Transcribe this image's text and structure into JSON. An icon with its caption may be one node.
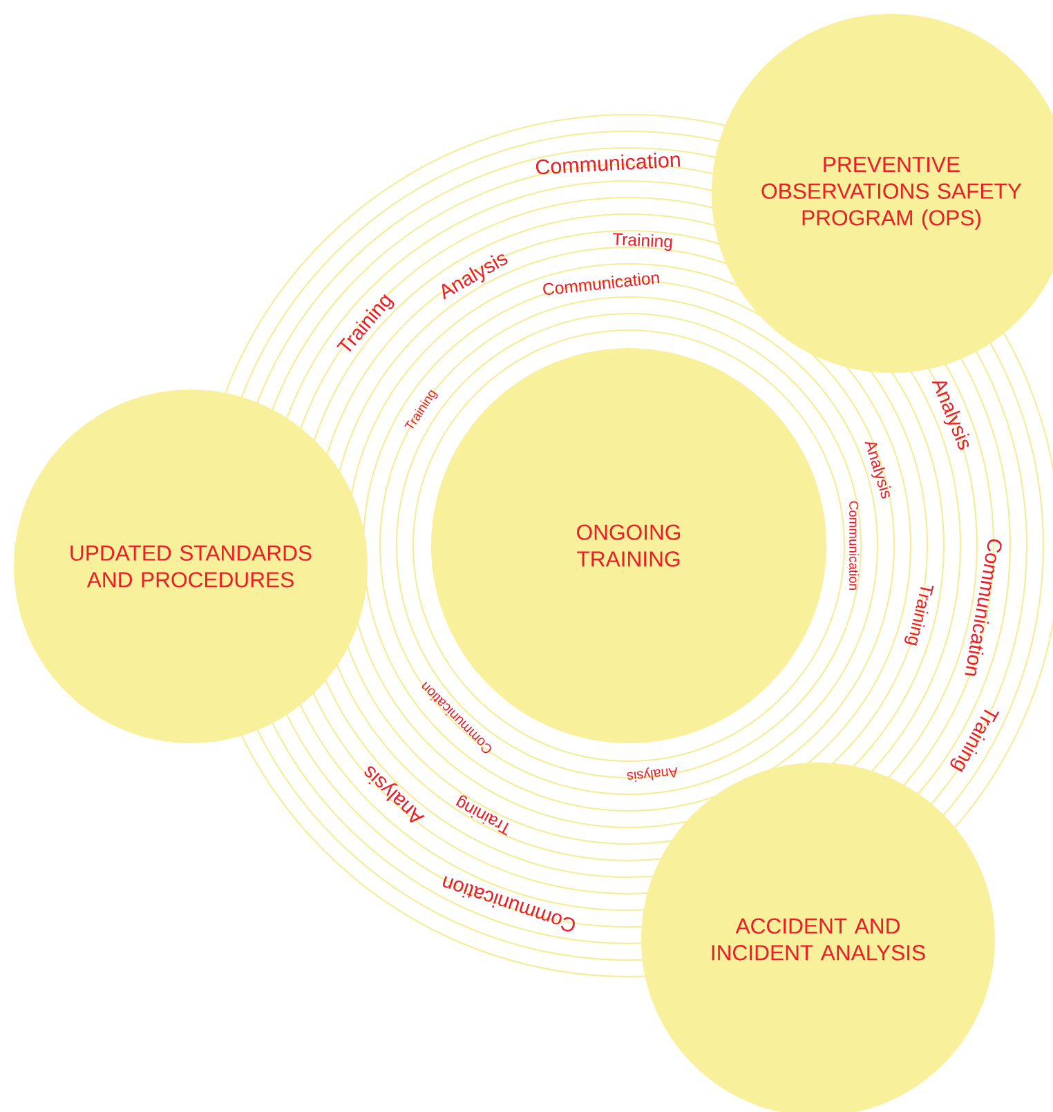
{
  "diagram": {
    "nodes": [
      {
        "text": [
          "ONGOING TRAINING"
        ]
      },
      {
        "text": [
          "PREVENTIVE OBSERVATIONS SAFETY PROGRAM (OPS)"
        ]
      },
      {
        "text": [
          "UPDATED STANDARDS AND PROCEDURES"
        ]
      },
      {
        "text": [
          "ACCIDENT AND INCIDENT ANALYSIS"
        ]
      }
    ],
    "labels": [
      "Communication",
      "Training",
      "Analysis",
      "Training",
      "Communication",
      "Training",
      "Analysis",
      "Analysis",
      "Communication",
      "Communication",
      "Training",
      "Training",
      "Communication",
      "Analysis",
      "Analysis",
      "Training",
      "Communication"
    ]
  }
}
